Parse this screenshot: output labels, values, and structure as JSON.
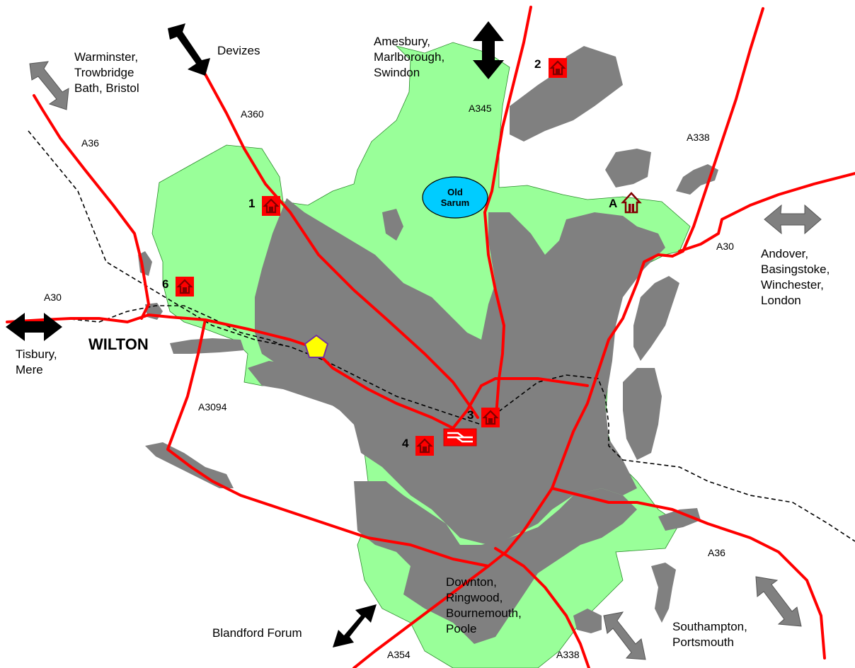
{
  "destinations": {
    "warminster": "Warminster,\nTrowbridge\nBath, Bristol",
    "devizes": "Devizes",
    "amesbury": "Amesbury,\nMarlborough,\nSwindon",
    "andover": "Andover,\nBasingstoke,\nWinchester,\nLondon",
    "tisbury": "Tisbury,\nMere",
    "blandford": "Blandford Forum",
    "downton": "Downton,\nRingwood,\nBournemouth,\nPoole",
    "southampton": "Southampton,\nPortsmouth"
  },
  "roads": {
    "a360": "A360",
    "a36_nw": "A36",
    "a345": "A345",
    "a338_ne": "A338",
    "a30_e": "A30",
    "a30_w": "A30",
    "a3094": "A3094",
    "a36_se": "A36",
    "a354": "A354",
    "a338_s": "A338"
  },
  "places": {
    "wilton": "WILTON",
    "old_sarum": "Old\nSarum"
  },
  "markers": {
    "m1": "1",
    "m2": "2",
    "m3": "3",
    "m4": "4",
    "m6": "6",
    "mA": "A"
  },
  "colors": {
    "green_area": "#99ff99",
    "urban_area": "#808080",
    "road": "#ff0000",
    "railway": "#000000",
    "marker_bg": "#ff0000",
    "marker_house_dark": "#800000",
    "old_sarum_fill": "#00ccff",
    "poi_pentagon": "#ffff00",
    "arrow_black": "#000000",
    "arrow_grey": "#808080"
  }
}
